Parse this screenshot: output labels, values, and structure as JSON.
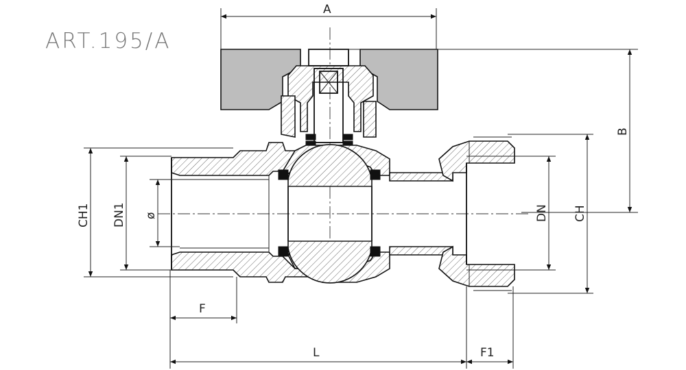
{
  "drawing": {
    "article": "ART.195/A",
    "dimensions": {
      "A": "A",
      "B": "B",
      "CH1": "CH1",
      "DN1": "DN1",
      "phi": "ø",
      "DN": "DN",
      "CH": "CH",
      "F": "F",
      "L": "L",
      "F1": "F1"
    }
  }
}
